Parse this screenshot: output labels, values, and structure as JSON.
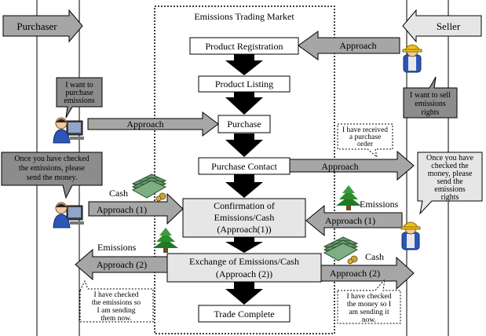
{
  "market": {
    "title": "Emissions Trading Market"
  },
  "roles": {
    "purchaser": "Purchaser",
    "seller": "Seller"
  },
  "steps": [
    "Product Registration",
    "Product Listing",
    "Purchase",
    "Purchase Contact",
    [
      "Confirmation of",
      "Emissions/Cash",
      "(Approach(1))"
    ],
    [
      "Exchange of Emissions/Cash",
      "(Approach (2))"
    ],
    "Trade Complete"
  ],
  "arrows": {
    "seller_register": "Approach",
    "purchaser_purchase": "Approach",
    "contact_seller": "Approach",
    "purchaser_confirm": "Approach (1)",
    "seller_confirm": "Approach (1)",
    "exchange_purchaser": "Approach (2)",
    "exchange_seller": "Approach (2)"
  },
  "items": {
    "cash_in": "Cash",
    "emissions_in": "Emissions",
    "emissions_out": "Emissions",
    "cash_out": "Cash"
  },
  "callouts": {
    "purchaser_want": [
      "I want to",
      "purchase",
      "emissions"
    ],
    "seller_want": [
      "I want to sell",
      "emissions",
      "rights"
    ],
    "purchase_order": [
      "I have received",
      "a purchase",
      "order"
    ],
    "purchaser_request": [
      "Once you have checked",
      "the emissions, please",
      "send the money."
    ],
    "seller_request": [
      "Once you have",
      "checked the",
      "money, please",
      "send the",
      "emissions",
      "rights"
    ],
    "purchaser_sending": [
      "I have checked",
      "the emissions so",
      "I am sending",
      "them now."
    ],
    "seller_sending": [
      "I have checked",
      "the money so I",
      "am sending it",
      "now."
    ]
  },
  "colors": {
    "arrow_fill": "#a6a6a6",
    "callout_gray": "#8c8c8c",
    "box_gray": "#e6e6e6",
    "flow_arrow": "#000000",
    "tree_green": "#2f8a2f",
    "cash_green": "#4f7d52",
    "helmet_yellow": "#f0c21a",
    "shirt_blue": "#2b56b8"
  }
}
